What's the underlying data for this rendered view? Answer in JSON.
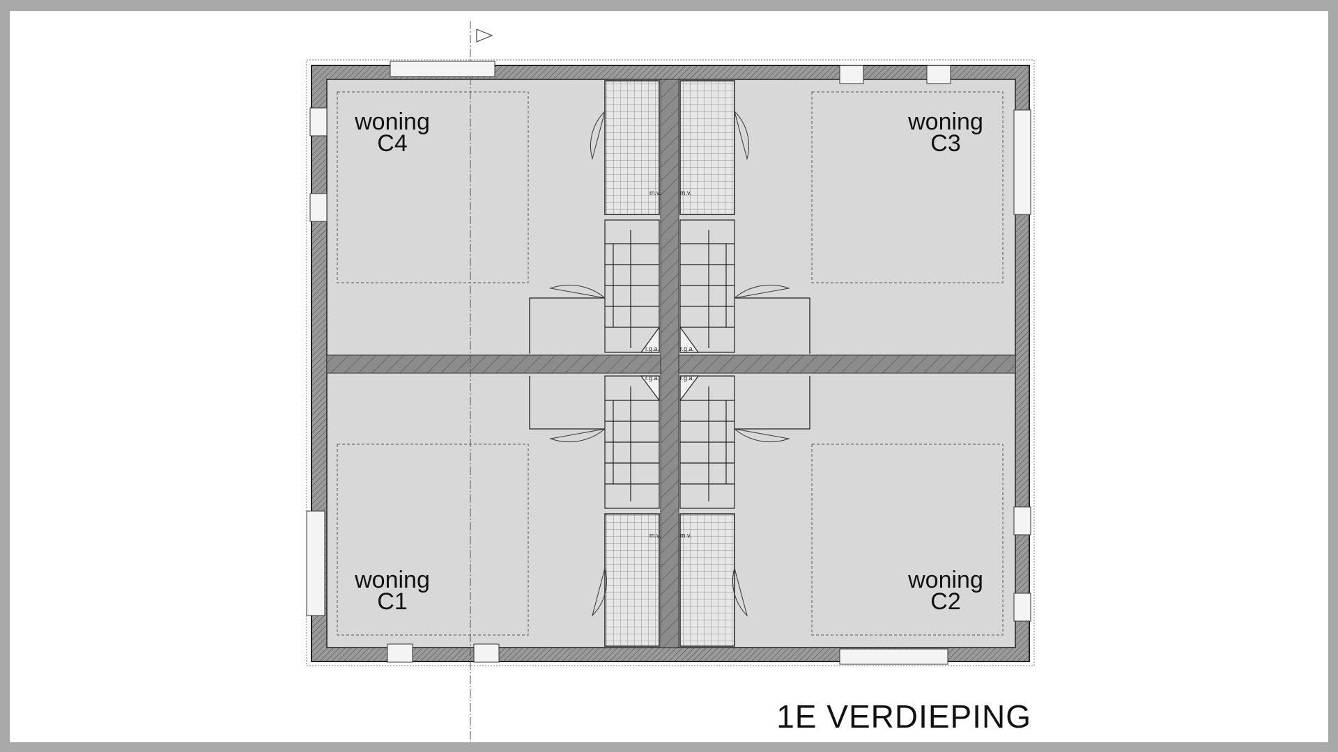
{
  "drawing": {
    "title": "1E VERDIEPING",
    "units": [
      {
        "id": "C4",
        "word": "woning",
        "code": "C4"
      },
      {
        "id": "C3",
        "word": "woning",
        "code": "C3"
      },
      {
        "id": "C1",
        "word": "woning",
        "code": "C1"
      },
      {
        "id": "C2",
        "word": "woning",
        "code": "C2"
      }
    ],
    "annotations": {
      "mv": "m.v.",
      "rga": "r.g.a."
    },
    "colors": {
      "frame": "#a9a9a9",
      "floor": "#d8d8d8",
      "wall": "#8a8a8a",
      "line": "#222222"
    }
  }
}
